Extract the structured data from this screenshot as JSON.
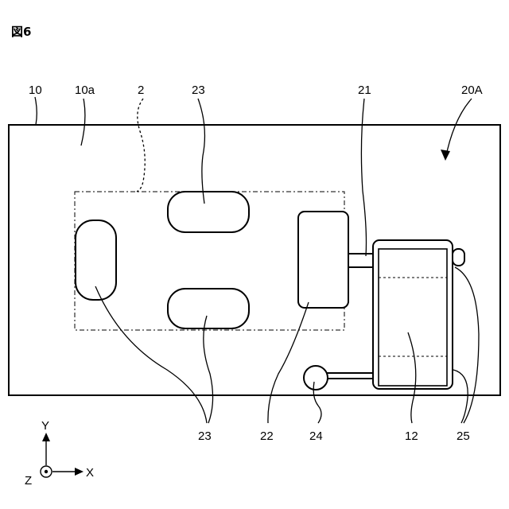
{
  "figure": {
    "title": "図6",
    "labels": {
      "base": "10",
      "surface": "10a",
      "area": "2",
      "pad_top": "23",
      "pad_bottom": "23",
      "motor": "21",
      "device": "20A",
      "body": "22",
      "cell": "12",
      "joint": "24",
      "rollers": "25"
    },
    "axes": {
      "y": "Y",
      "x": "X",
      "z": "Z"
    }
  }
}
